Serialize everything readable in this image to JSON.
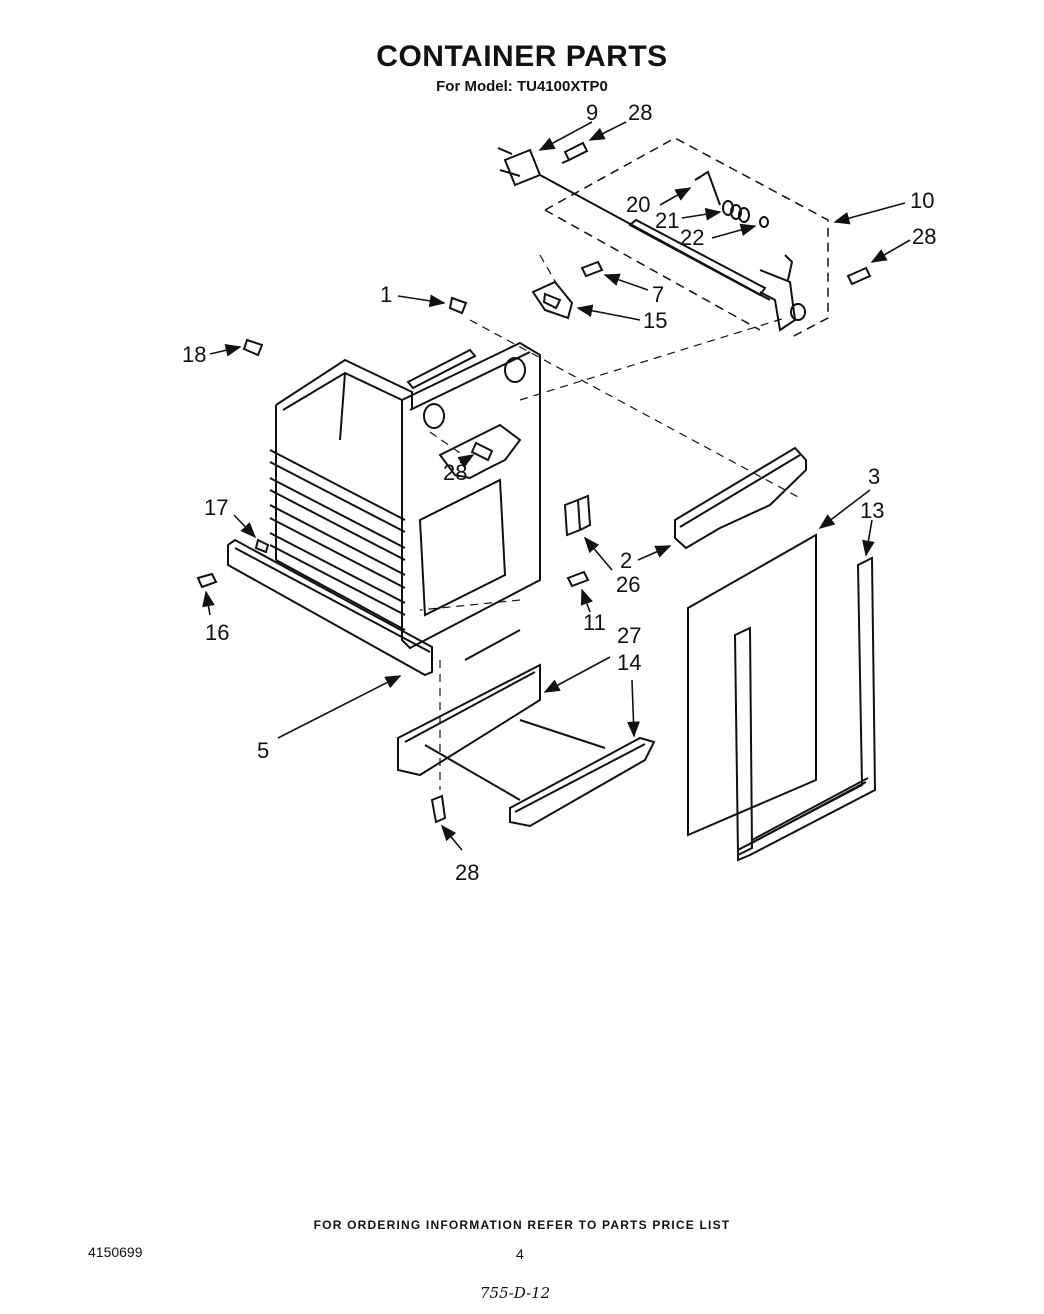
{
  "header": {
    "title": "CONTAINER PARTS",
    "subtitle": "For Model: TU4100XTP0"
  },
  "callouts": [
    {
      "id": "c9",
      "label": "9"
    },
    {
      "id": "c28a",
      "label": "28"
    },
    {
      "id": "c20",
      "label": "20"
    },
    {
      "id": "c21",
      "label": "21"
    },
    {
      "id": "c22",
      "label": "22"
    },
    {
      "id": "c10",
      "label": "10"
    },
    {
      "id": "c28b",
      "label": "28"
    },
    {
      "id": "c1",
      "label": "1"
    },
    {
      "id": "c7",
      "label": "7"
    },
    {
      "id": "c15",
      "label": "15"
    },
    {
      "id": "c18",
      "label": "18"
    },
    {
      "id": "c28c",
      "label": "28"
    },
    {
      "id": "c3",
      "label": "3"
    },
    {
      "id": "c13",
      "label": "13"
    },
    {
      "id": "c17",
      "label": "17"
    },
    {
      "id": "c2",
      "label": "2"
    },
    {
      "id": "c26",
      "label": "26"
    },
    {
      "id": "c16",
      "label": "16"
    },
    {
      "id": "c11",
      "label": "11"
    },
    {
      "id": "c27",
      "label": "27"
    },
    {
      "id": "c14",
      "label": "14"
    },
    {
      "id": "c5",
      "label": "5"
    },
    {
      "id": "c28d",
      "label": "28"
    }
  ],
  "footer": {
    "note": "FOR ORDERING INFORMATION REFER TO PARTS PRICE LIST",
    "doc_number": "4150699",
    "page_number": "4",
    "handwritten": "755-D-12"
  }
}
